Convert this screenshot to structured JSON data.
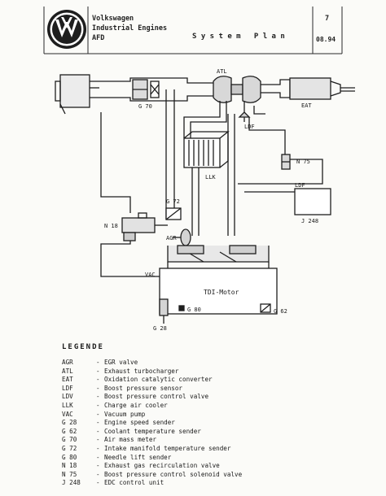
{
  "header": {
    "line1": "Volkswagen",
    "line2": "Industrial Engines",
    "line3": "AFD",
    "title": "S y s t e m   P l a n",
    "page": "7",
    "date": "08.94"
  },
  "diagram_labels": {
    "atl": "ATL",
    "g70": "G 70",
    "eat": "EAT",
    "ldf_top": "LDF",
    "n75": "N 75",
    "llk": "LLK",
    "ldf_box": "LDF",
    "j248": "J 248",
    "g72": "G 72",
    "n18": "N 18",
    "agr": "AGR",
    "vac": "VAC",
    "engine": "TDI-Motor",
    "g80": "G 80",
    "g62": "G 62",
    "g28": "G 28"
  },
  "legend": {
    "title": "LEGENDE",
    "items": [
      {
        "code": "AGR",
        "desc": "EGR valve"
      },
      {
        "code": "ATL",
        "desc": "Exhaust turbocharger"
      },
      {
        "code": "EAT",
        "desc": "Oxidation catalytic converter"
      },
      {
        "code": "LDF",
        "desc": "Boost pressure sensor"
      },
      {
        "code": "LDV",
        "desc": "Boost pressure control valve"
      },
      {
        "code": "LLK",
        "desc": "Charge air cooler"
      },
      {
        "code": "VAC",
        "desc": "Vacuum pump"
      },
      {
        "code": "G 28",
        "desc": "Engine speed sender"
      },
      {
        "code": "G 62",
        "desc": "Coolant temperature sender"
      },
      {
        "code": "G 70",
        "desc": "Air mass meter"
      },
      {
        "code": "G 72",
        "desc": "Intake manifold temperature sender"
      },
      {
        "code": "G 80",
        "desc": "Needle lift sender"
      },
      {
        "code": "N 18",
        "desc": "Exhaust gas recirculation valve"
      },
      {
        "code": "N 75",
        "desc": "Boost pressure control solenoid valve"
      },
      {
        "code": "J 248",
        "desc": "EDC control unit"
      }
    ]
  }
}
